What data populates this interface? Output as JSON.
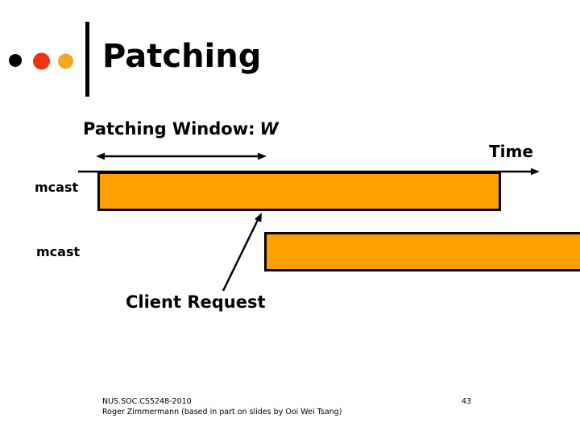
{
  "slide": {
    "title": "Patching",
    "page_number": "43",
    "footer_line1": "NUS.SOC.CS5248-2010",
    "footer_line2": "Roger Zimmermann (based in part on slides by Ooi Wei Tsang)"
  },
  "diagram": {
    "patching_window_label": "Patching Window:",
    "patching_window_symbol": "W",
    "time_label": "Time",
    "mcast_label_1": "mcast",
    "mcast_label_2": "mcast",
    "client_request_label": "Client Request"
  },
  "colors": {
    "background": "#FFFFFF",
    "ink": "#000000",
    "bar_fill": "#FFA000",
    "bar_border": "#000000",
    "dot_black": "#000000",
    "dot_red": "#EE3311",
    "dot_orange": "#F6A723"
  }
}
